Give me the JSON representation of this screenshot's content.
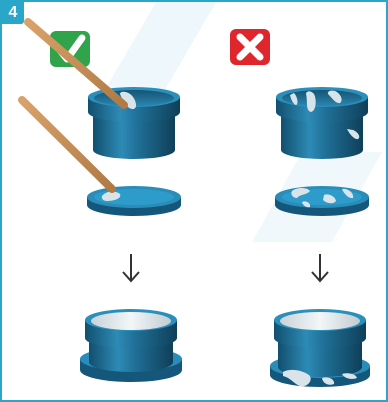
{
  "step": {
    "number": "4"
  },
  "columns": {
    "correct": {
      "status": "correct",
      "icon": "check-icon",
      "color": "#2fa44a"
    },
    "incorrect": {
      "status": "incorrect",
      "icon": "cross-icon",
      "color": "#e0262d"
    }
  },
  "colors": {
    "accent": "#2aa6c9",
    "pot_blue": "#1e6f95",
    "glue": "#d8e4ea",
    "stick": "#c9925b"
  }
}
